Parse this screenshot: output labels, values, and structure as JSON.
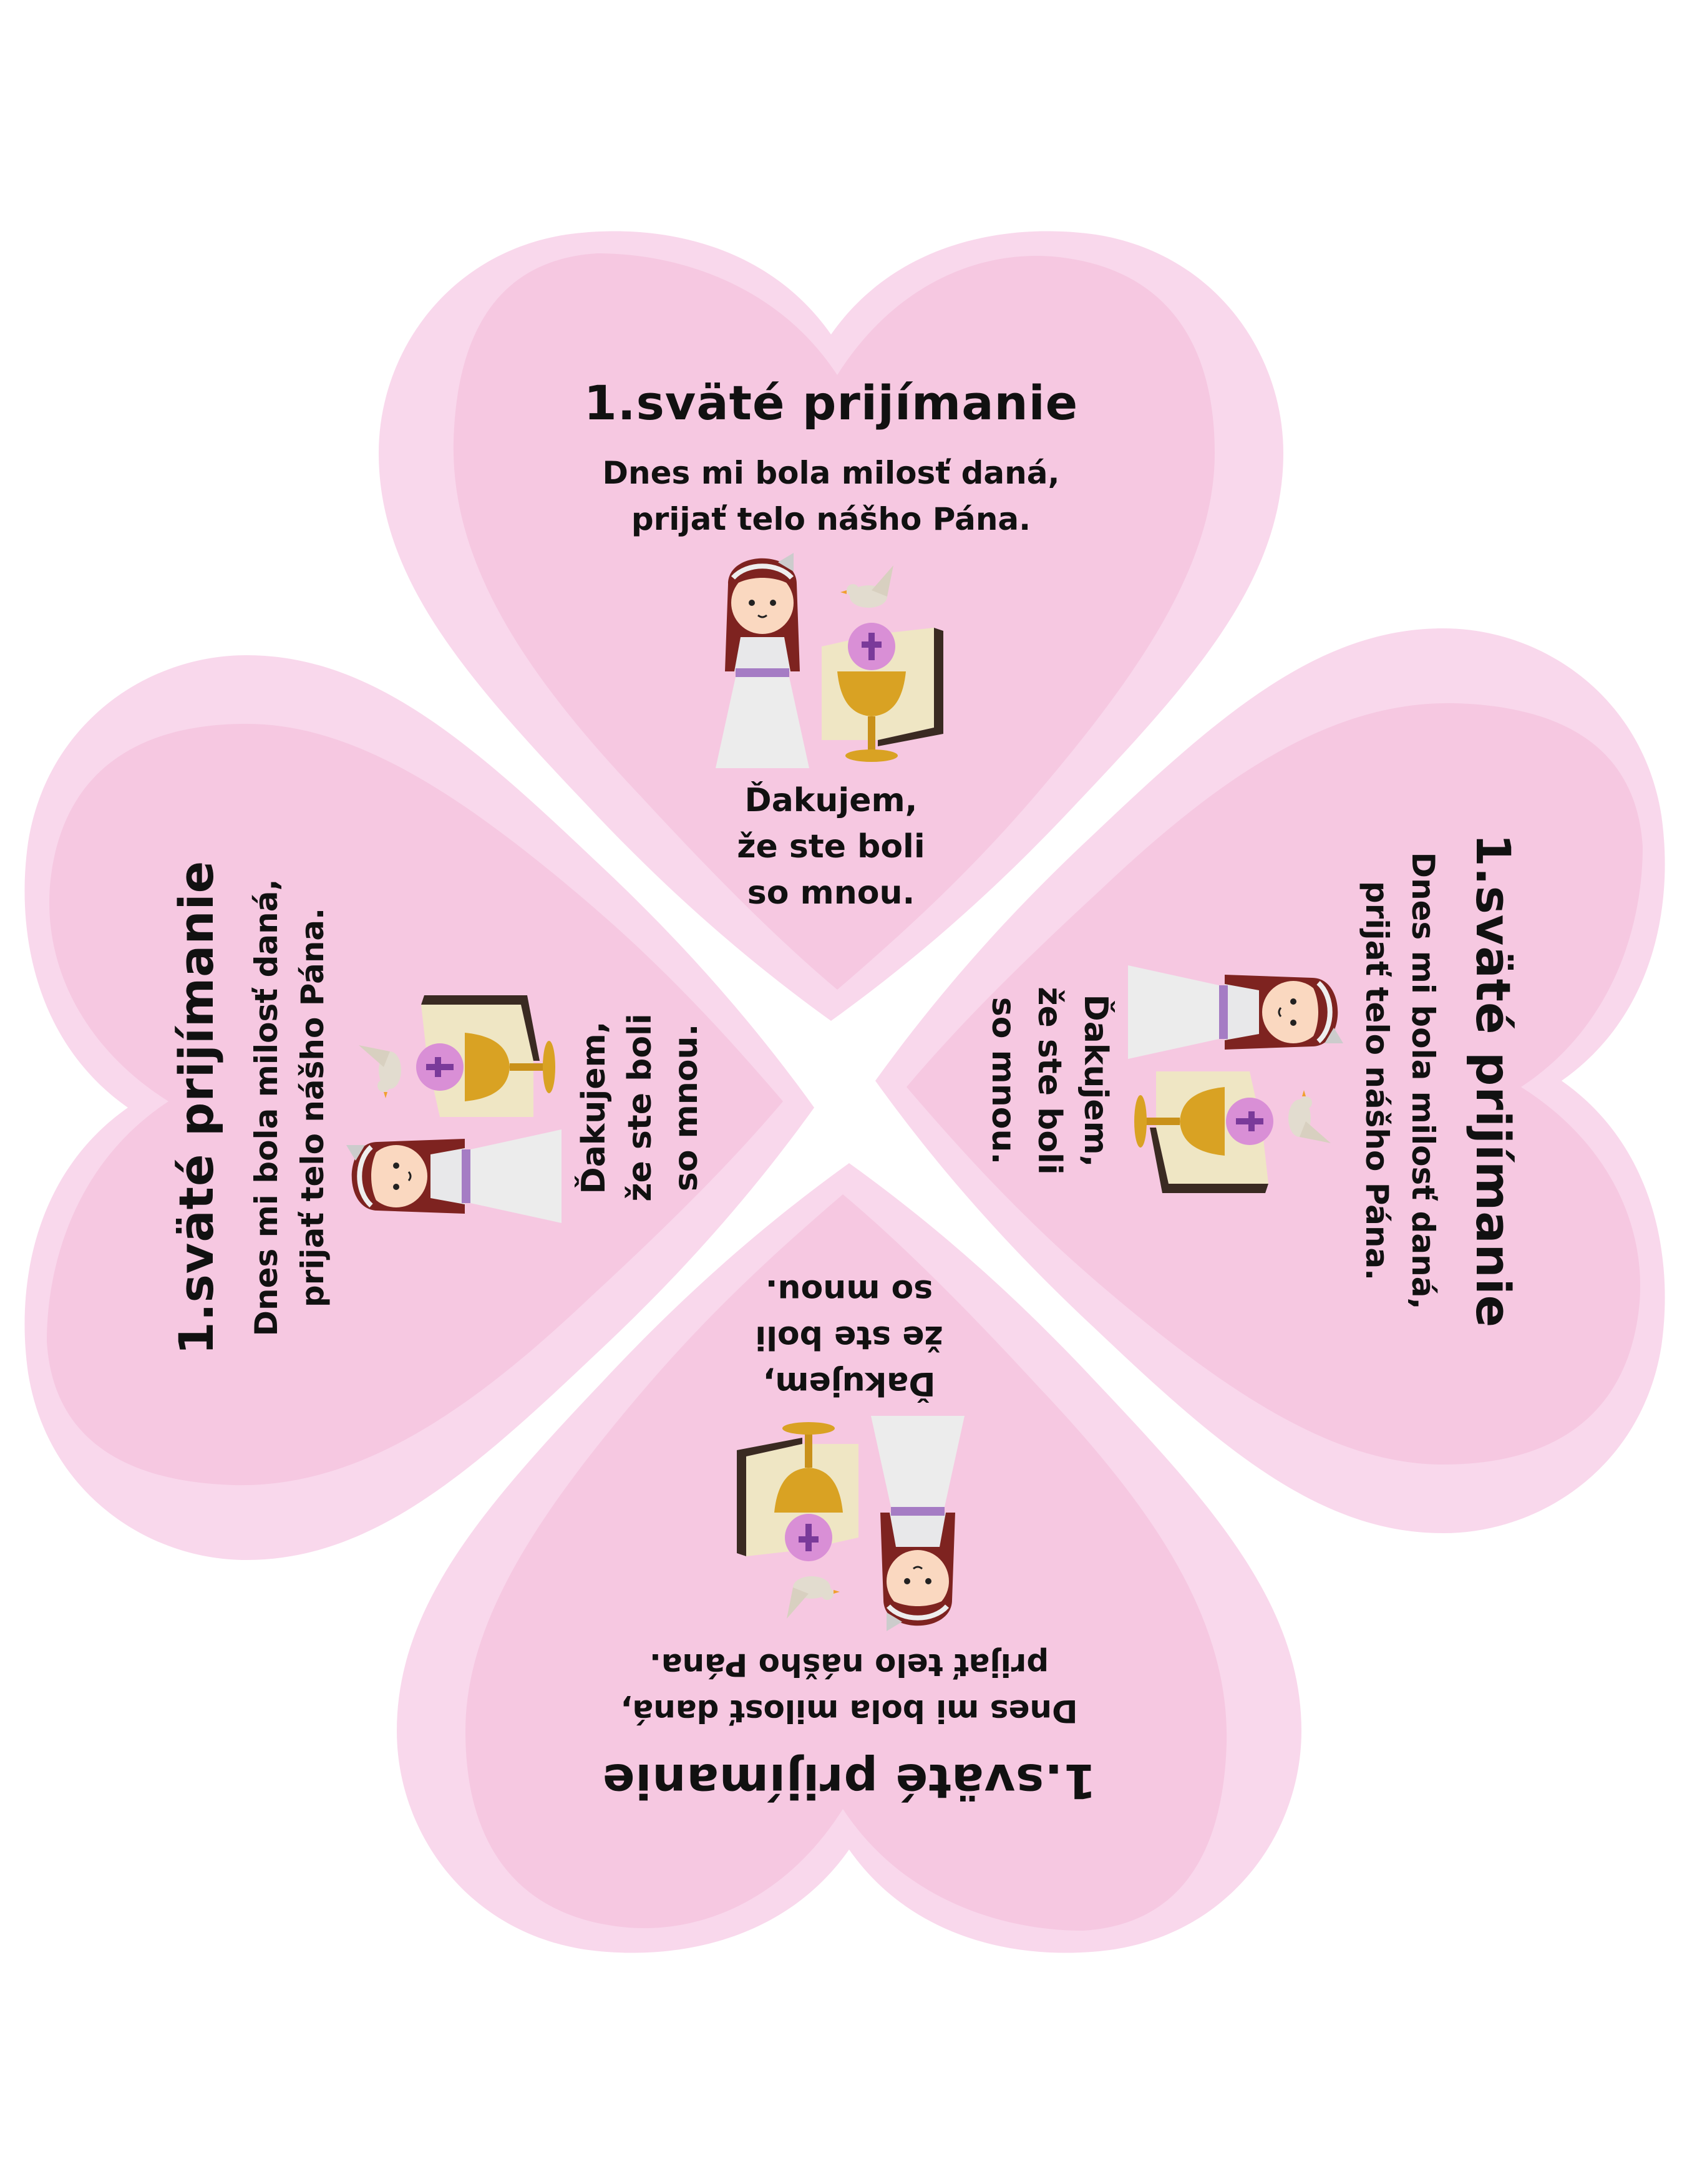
{
  "card": {
    "title": "1.sväté prijímanie",
    "verse_line_1": "Dnes mi bola milosť daná,",
    "verse_line_2": "prijať telo nášho Pána.",
    "thanks_line_1": "Ďakujem,",
    "thanks_line_2": "že ste boli",
    "thanks_line_3": "so mnou."
  },
  "colors": {
    "heart_outer": "#f9d8ec",
    "heart_inner": "#f6c6df",
    "text": "#111111",
    "dress_sash": "#a57cc4",
    "host": "#d98fd6",
    "chalice": "#d9a223",
    "hair": "#7e2320"
  }
}
